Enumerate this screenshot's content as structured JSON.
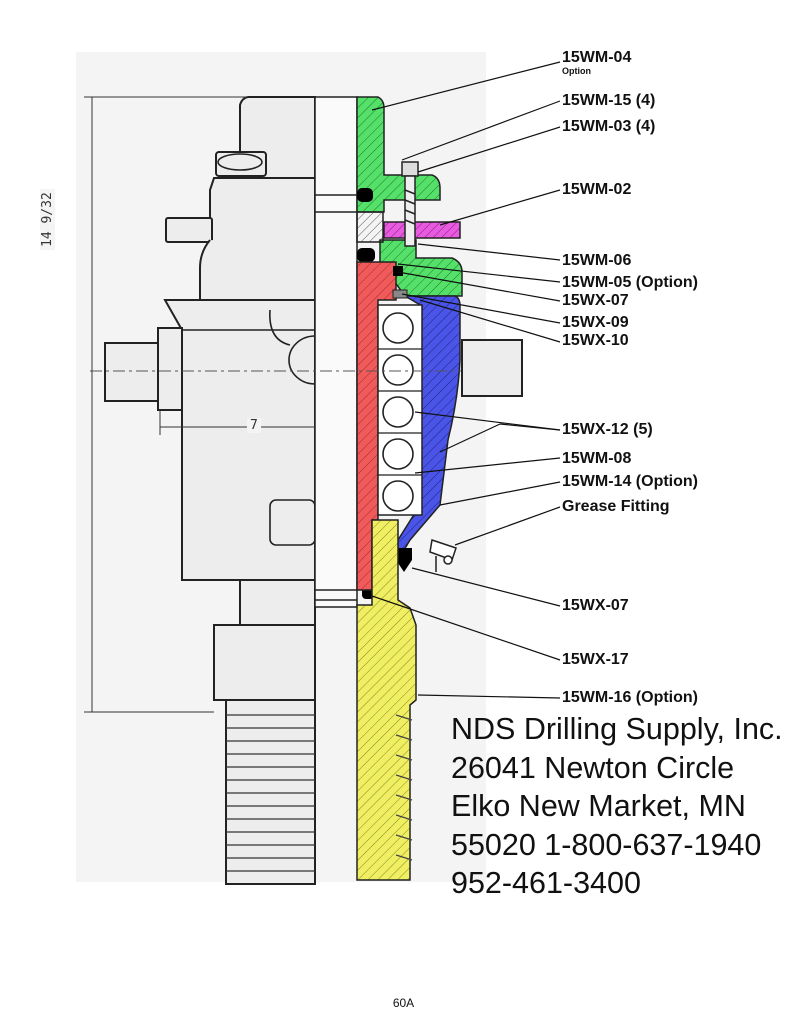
{
  "parts": [
    {
      "id": "15WM-04",
      "sub": "Option"
    },
    {
      "id": "15WM-15 (4)"
    },
    {
      "id": "15WM-03 (4)"
    },
    {
      "id": "15WM-02"
    },
    {
      "id": "15WM-06"
    },
    {
      "id": "15WM-05  (Option)"
    },
    {
      "id": "15WX-07"
    },
    {
      "id": "15WX-09"
    },
    {
      "id": "15WX-10"
    },
    {
      "id": "15WX-12 (5)"
    },
    {
      "id": "15WM-08"
    },
    {
      "id": "15WM-14 (Option)"
    },
    {
      "id": "Grease Fitting"
    },
    {
      "id": "15WX-07"
    },
    {
      "id": "15WX-17"
    },
    {
      "id": "15WM-16  (Option)"
    }
  ],
  "dimensions": {
    "height": "14  9/32",
    "width": "7"
  },
  "company": {
    "lines": [
      "NDS Drilling Supply, Inc.",
      "26041 Newton Circle",
      "Elko New Market, MN",
      "55020 1-800-637-1940",
      "952-461-3400"
    ]
  },
  "page_number": "60A",
  "colors": {
    "green": "#55e06a",
    "magenta": "#e85be0",
    "red": "#f05a5a",
    "blue": "#4a55e8",
    "yellow": "#f0ee62",
    "hatch": "#e8e8e8"
  }
}
